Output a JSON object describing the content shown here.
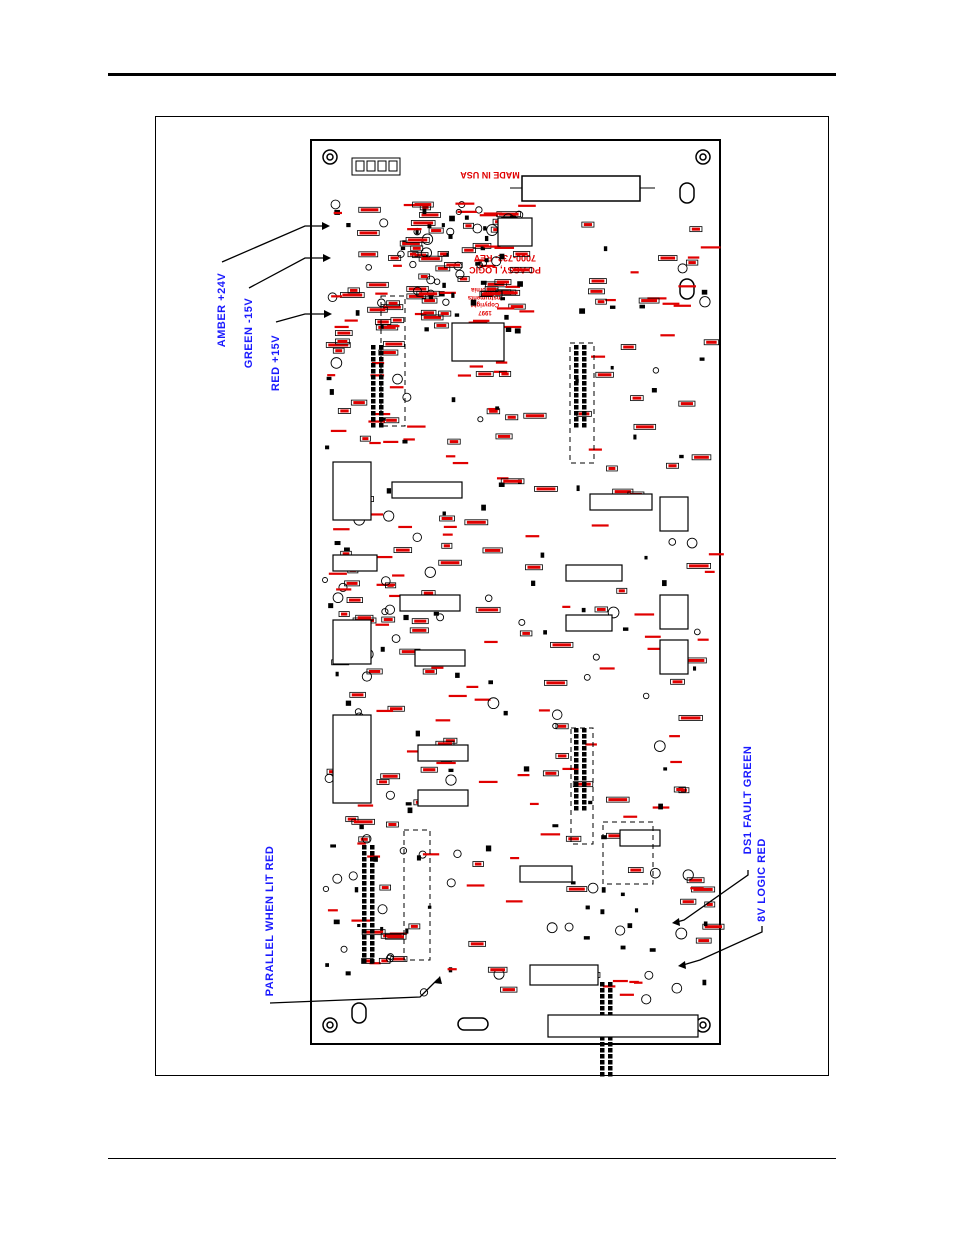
{
  "callouts": {
    "amber": "AMBER +24V",
    "green": "GREEN -15V",
    "red": "RED +15V",
    "parallel": "PARALLEL WHEN LIT RED",
    "ds1": "DS1 FAULT GREEN",
    "logic": "8V LOGIC RED"
  },
  "board": {
    "made_in": "MADE IN USA",
    "assy_line1": "PC ASSY, LOGIC",
    "assy_line2": "7000-732-  REV",
    "copyright": "Copyright",
    "year": "1997",
    "company_line1": "California",
    "company_line2": "Instruments"
  },
  "colors": {
    "silkscreen": "#e00000",
    "callout": "#1a1aff",
    "outline": "#000000"
  }
}
